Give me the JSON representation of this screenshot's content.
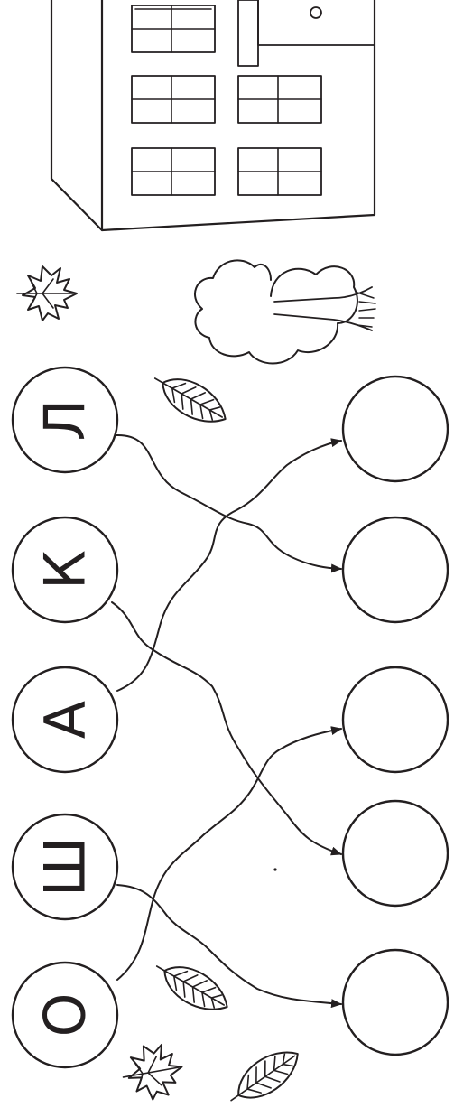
{
  "worksheet": {
    "letters": [
      "Л",
      "К",
      "А",
      "Ш",
      "О"
    ],
    "ink_color": "#231f20",
    "paper_color": "#ffffff",
    "empty_answer_circles": 5,
    "decorations": [
      "school-building",
      "tree",
      "maple-leaf",
      "birch-leaf"
    ]
  }
}
